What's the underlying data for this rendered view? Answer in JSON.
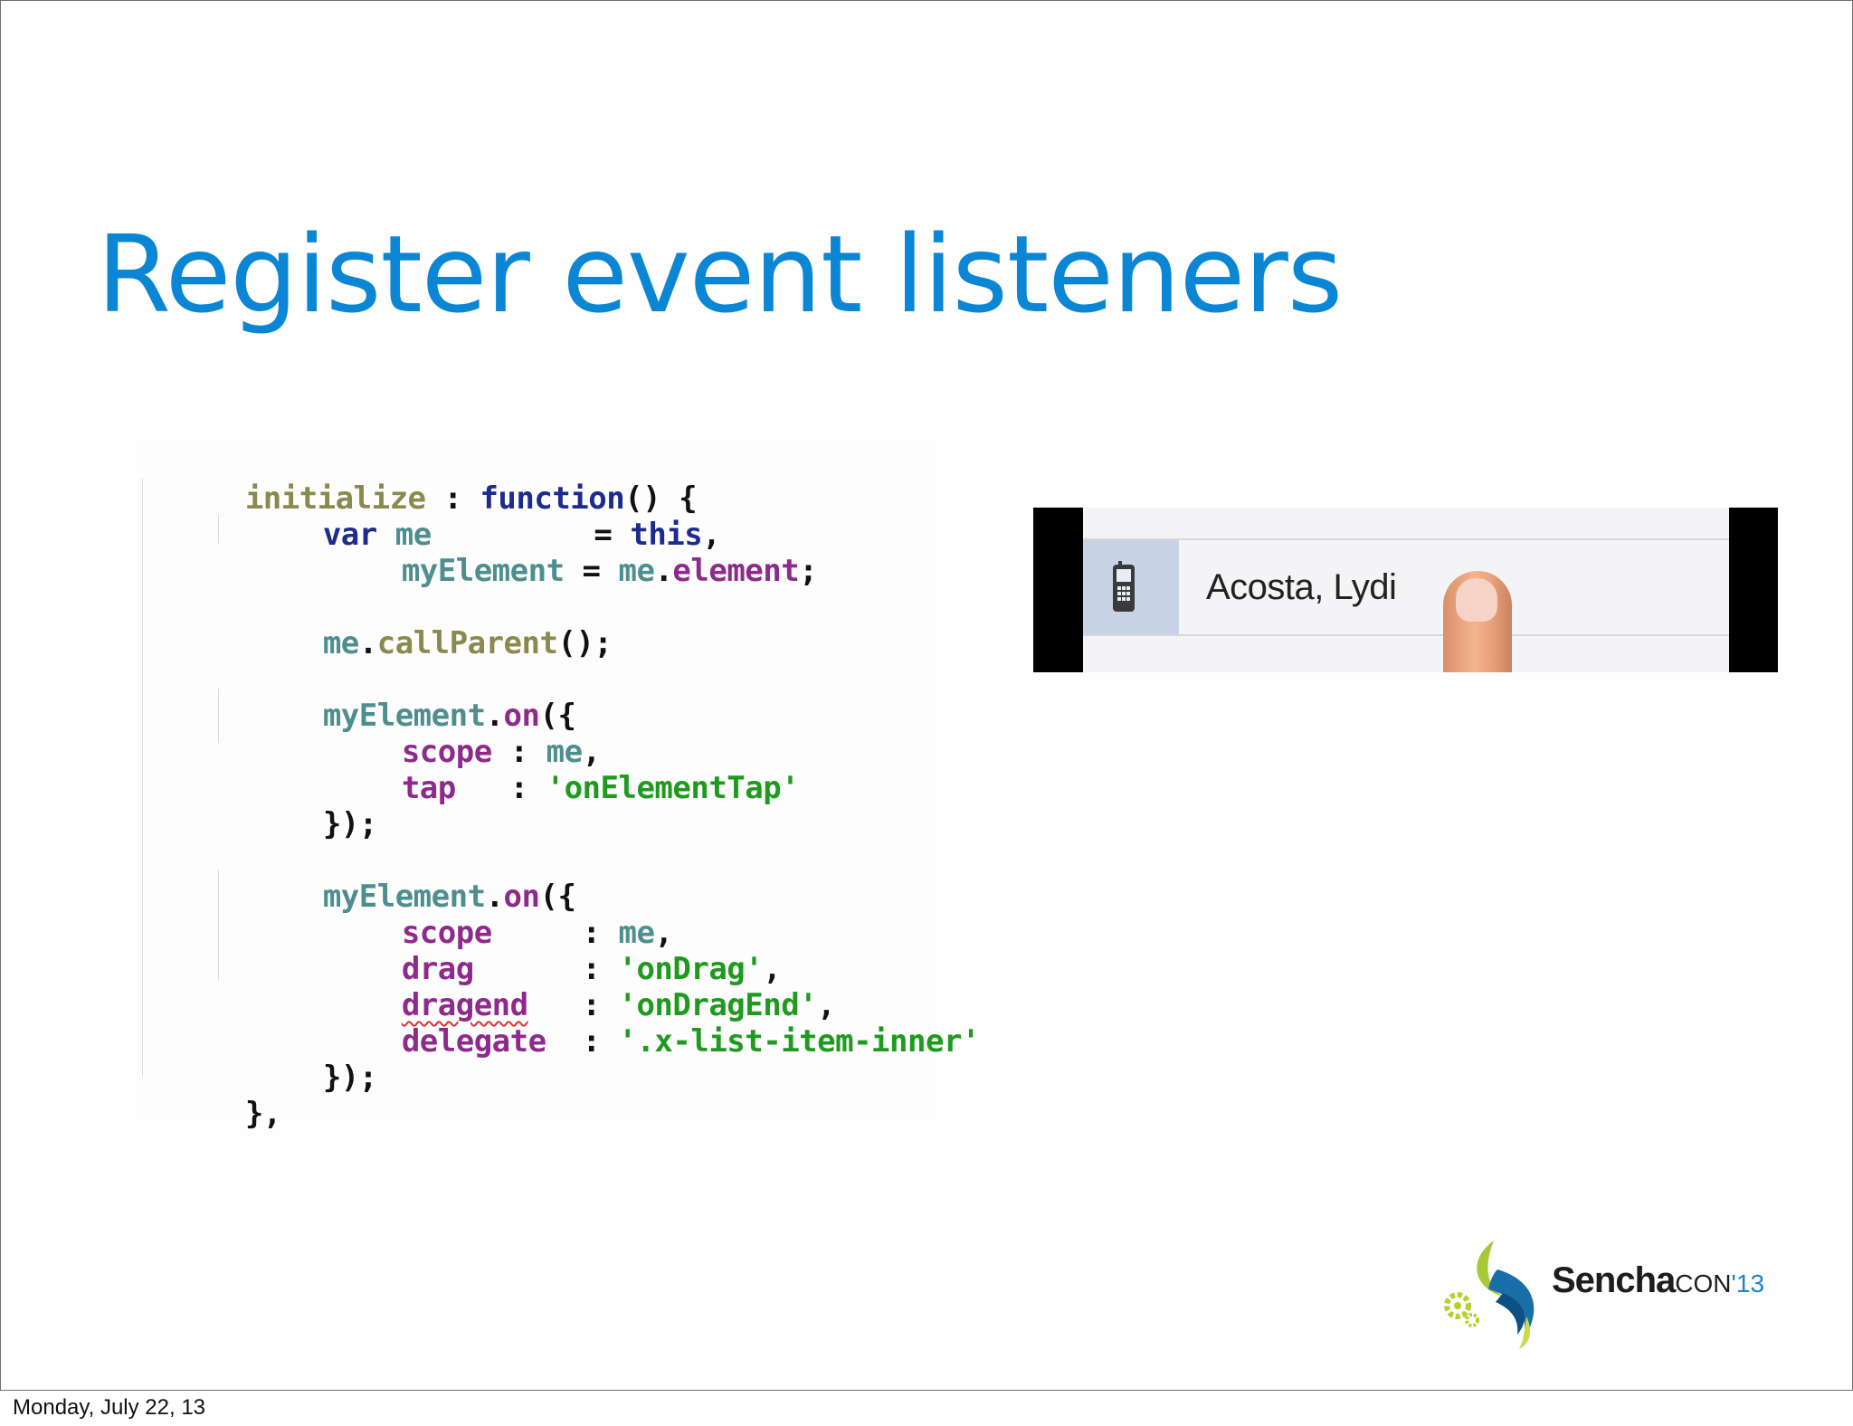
{
  "slide": {
    "title": "Register event listeners",
    "footer_date": "Monday, July 22, 13"
  },
  "code": {
    "line1": {
      "a": "initialize",
      "b": " : ",
      "c": "function",
      "d": "() {"
    },
    "line2": {
      "a": "var",
      "b": " ",
      "c": "me",
      "d": "         = ",
      "e": "this",
      "f": ","
    },
    "line3": {
      "a": "myElement",
      "b": " = ",
      "c": "me",
      "d": ".",
      "e": "element",
      "f": ";"
    },
    "line4": {
      "a": "me",
      "b": ".",
      "c": "callParent",
      "d": "();"
    },
    "line5": {
      "a": "myElement",
      "b": ".",
      "c": "on",
      "d": "({"
    },
    "line6": {
      "a": "scope",
      "b": " : ",
      "c": "me",
      "d": ","
    },
    "line7": {
      "a": "tap",
      "b": "   : ",
      "c": "'onElementTap'"
    },
    "line8": {
      "a": "});"
    },
    "line9": {
      "a": "myElement",
      "b": ".",
      "c": "on",
      "d": "({"
    },
    "line10": {
      "a": "scope",
      "b": "     : ",
      "c": "me",
      "d": ","
    },
    "line11": {
      "a": "drag",
      "b": "      : ",
      "c": "'onDrag'",
      "d": ","
    },
    "line12": {
      "a": "dragend",
      "b": "   : ",
      "c": "'onDragEnd'",
      "d": ","
    },
    "line13": {
      "a": "delegate",
      "b": "  : ",
      "c": "'.x-list-item-inner'"
    },
    "line14": {
      "a": "});"
    },
    "line15": {
      "a": "},"
    }
  },
  "video": {
    "contact_name": "Acosta, Lydi",
    "row_icon": "phone-icon"
  },
  "logo": {
    "brand_word": "Sencha",
    "con_word": "CON",
    "year": "'13"
  },
  "colors": {
    "title": "#0a86d4",
    "keyword": "#1c2b8f",
    "identifier": "#4e8e8f",
    "property": "#8e2a8c",
    "string": "#1e9a1e",
    "method": "#8a8a4e"
  }
}
